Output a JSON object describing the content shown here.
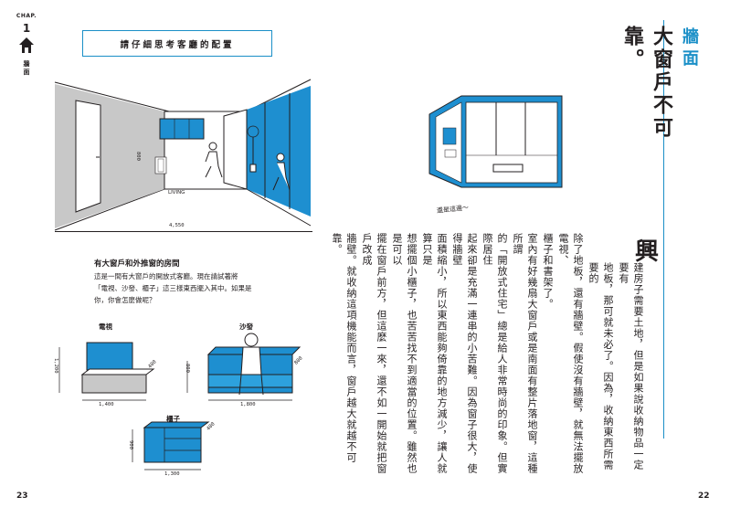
{
  "left_page": {
    "chapter": {
      "label": "CHAP.",
      "number": "1",
      "title": "牆面"
    },
    "heading": "請仔細思考客廳的配置",
    "room": {
      "living_label": "LIVING",
      "width_dim": "4,550",
      "height_dim": "800"
    },
    "section_title": "有大窗戶和外推窗的房間",
    "section_lines": [
      "這是一間有大窗戶的開放式客廳。現在請試著將",
      "「電視、沙發、櫃子」這三樣東西擺入其中。如果是",
      "你，你會怎麼做呢？"
    ],
    "furniture": [
      {
        "label": "電視",
        "w": "1,400",
        "h": "1,200",
        "d": "400"
      },
      {
        "label": "沙發",
        "w": "1,800",
        "h": "800",
        "d": "800"
      },
      {
        "label": "櫃子",
        "w": "1,300",
        "h": "900",
        "d": "400"
      }
    ],
    "page_number": "23"
  },
  "right_page": {
    "side_label": "牆面",
    "title": "大窗戶不可靠。",
    "sketch_caption": "還是這邊～",
    "dropcap": "興",
    "columns": [
      "建房子需要土地，但是如果說收納物品一定要有",
      "地板，那可就未必了。因為，收納東西所需要的",
      "除了地板，還有牆壁。假使沒有牆壁，就無法擺放電視、",
      "櫃子和書架了。",
      "室內有好幾扇大窗戶或是南面有整片落地窗，這種所謂",
      "的「開放式住宅」總是給人非常時尚的印象。但實際居住",
      "起來卻是充滿一連串的小苦難。因為窗子很大，使得牆壁",
      "面積縮小，所以東西能夠倚靠的地方減少，讓人就算只是",
      "想擺個小櫃子，也苦苦找不到適當的位置。雖然也是可以",
      "擺在窗戶前方，但這麼一來，還不如一開始就把窗戶改成",
      "牆壁。就收納這項機能而言，窗戶越大就越不可靠。"
    ],
    "page_number": "22"
  },
  "colors": {
    "accent": "#1a8fc7",
    "fill": "#1e8fd0",
    "ink": "#231f20"
  }
}
